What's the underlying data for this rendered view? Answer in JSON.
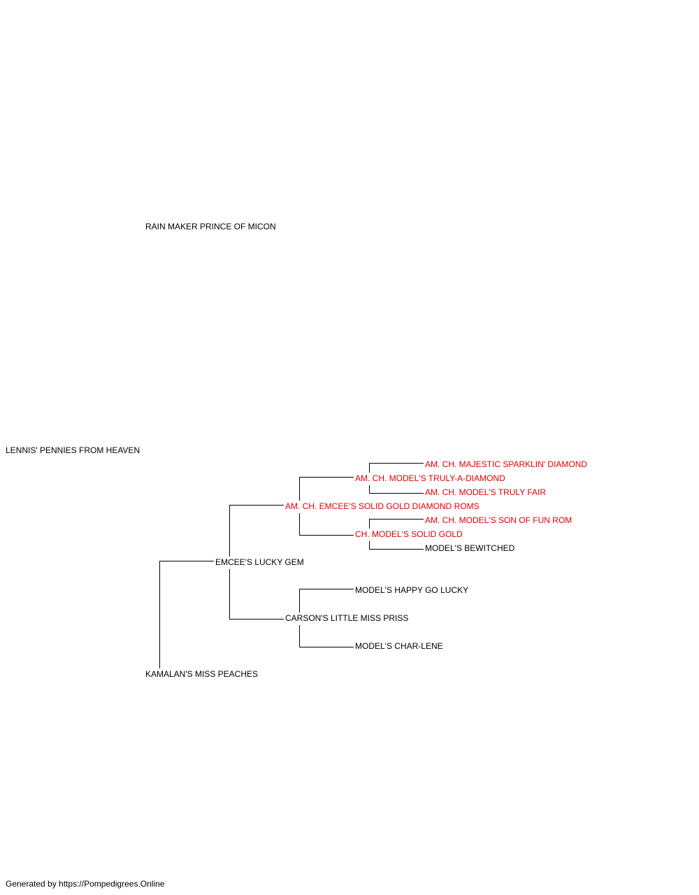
{
  "pedigree": {
    "subject": "LENNIS' PENNIES FROM HEAVEN",
    "sire": "RAIN MAKER PRINCE OF MICON",
    "dam": "KAMALAN'S MISS PEACHES",
    "dam_sire": "EMCEE'S LUCKY GEM",
    "dam_sire_sire": "AM. CH. EMCEE'S SOLID GOLD DIAMOND ROMS",
    "dss_sire": "AM. CH. MODEL'S TRULY-A-DIAMOND",
    "dss_sire_sire": "AM. CH. MAJESTIC SPARKLIN' DIAMOND",
    "dss_sire_dam": "AM. CH. MODEL'S TRULY FAIR",
    "dss_dam": "CH. MODEL'S SOLID GOLD",
    "dss_dam_sire": "AM. CH. MODEL'S SON OF FUN ROM",
    "dss_dam_dam": "MODEL'S BEWITCHED",
    "dam_sire_dam": "CARSON'S LITTLE MISS PRISS",
    "dsd_sire": "MODEL'S HAPPY GO LUCKY",
    "dsd_dam": "MODEL'S CHAR-LENE"
  },
  "colors": {
    "champion": "#e00000",
    "line": "#000000"
  },
  "footer": "Generated by https://Pompedigrees.Online"
}
